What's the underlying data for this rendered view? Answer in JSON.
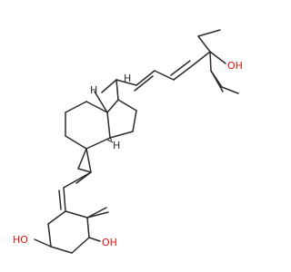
{
  "atoms": {
    "oh_top": "OH",
    "ho_left": "HO",
    "oh_bottom": "OH",
    "h_methyl": "H",
    "h_side": "H",
    "h_ring": "H"
  },
  "colors": {
    "bond": "#2b2b2b",
    "oxygen": "#e0120d"
  }
}
